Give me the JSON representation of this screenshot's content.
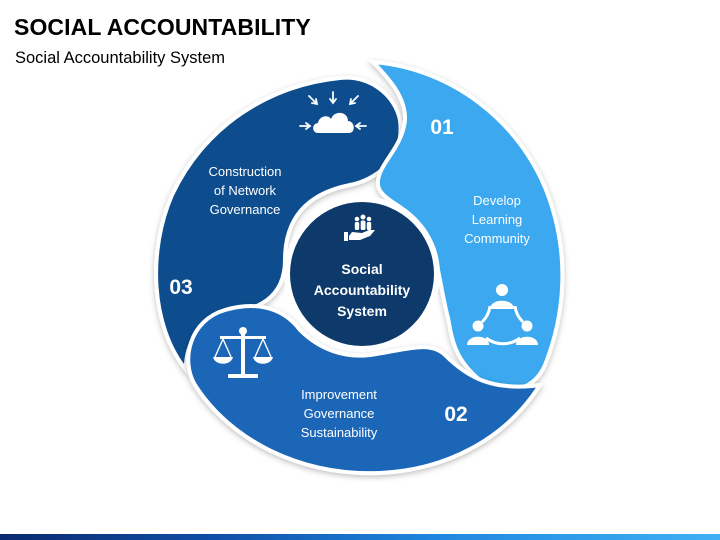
{
  "header": {
    "title": "SOCIAL ACCOUNTABILITY",
    "subtitle": "Social Accountability System"
  },
  "center": {
    "lines": [
      "Social",
      "Accountability",
      "System"
    ],
    "icon": "hand-holding-people-icon"
  },
  "segments": [
    {
      "number": "01",
      "lines": [
        "Develop",
        "Learning",
        "Community"
      ],
      "icon": "community-circle-icon",
      "color": "#3aa8ef"
    },
    {
      "number": "02",
      "lines": [
        "Improvement",
        "Governance",
        "Sustainability"
      ],
      "icon": "balance-scale-icon",
      "color": "#1a66b8"
    },
    {
      "number": "03",
      "lines": [
        "Construction",
        "of Network",
        "Governance"
      ],
      "icon": "cloud-network-icon",
      "color": "#0f4d8e"
    }
  ],
  "colors": {
    "center": "#0d3a6a",
    "light_blue": "#3aa8ef",
    "mid_blue": "#1a66b8",
    "dark_blue": "#0f4d8e"
  }
}
